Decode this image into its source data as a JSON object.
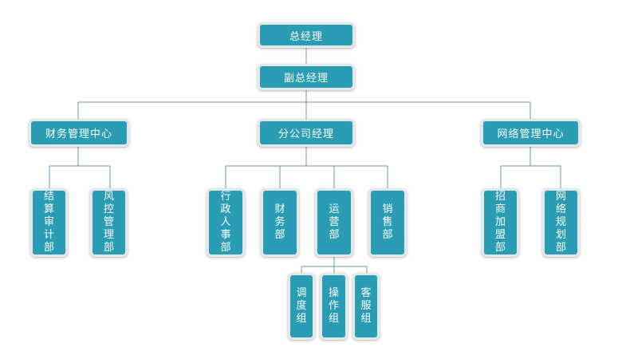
{
  "org": {
    "gm": "总经理",
    "deputy": "副总经理",
    "finance_center": "财务管理中心",
    "branch_manager": "分公司经理",
    "network_center": "网络管理中心",
    "settlement_audit": "结算审计部",
    "risk_control": "风控管理部",
    "admin_hr": "行政人事部",
    "finance_dept": "财务部",
    "operations": "运营部",
    "sales": "销售部",
    "dispatch_group": "调度组",
    "operation_group": "操作组",
    "customer_service_group": "客服组",
    "franchise_dept": "招商加盟部",
    "network_planning": "网络规划部"
  },
  "colors": {
    "box_fill": "#2a9db5",
    "box_border": "#e3e8ea",
    "line": "#6f9aa6"
  }
}
